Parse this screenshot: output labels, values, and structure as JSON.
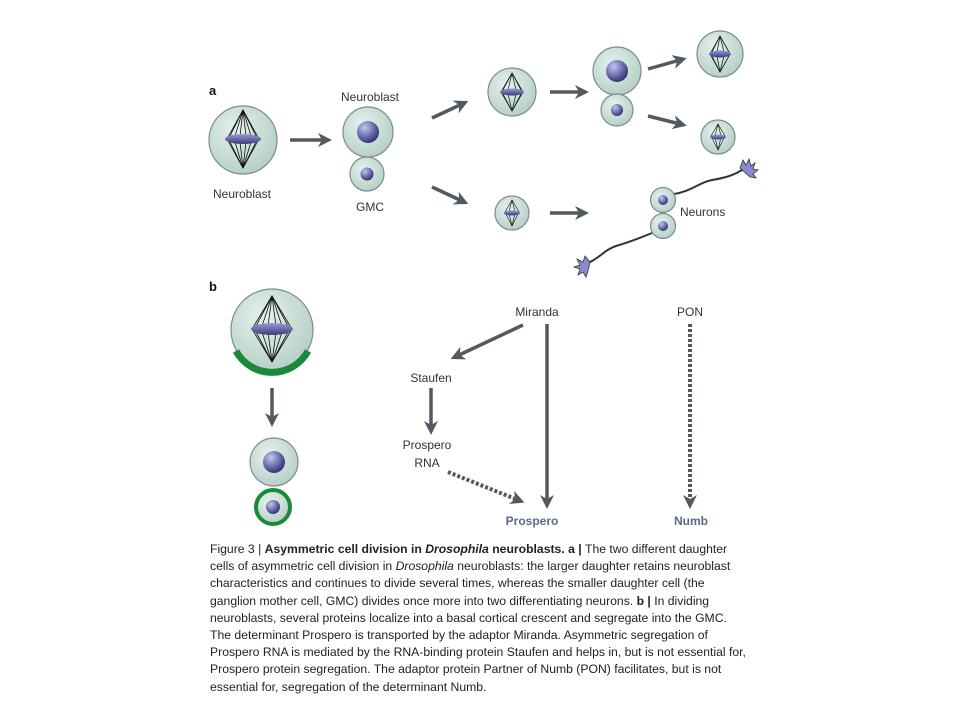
{
  "panels": {
    "a": "a",
    "b": "b"
  },
  "labels": {
    "neuroblast_left": "Neuroblast",
    "neuroblast_top": "Neuroblast",
    "gmc": "GMC",
    "neurons": "Neurons",
    "miranda": "Miranda",
    "pon": "PON",
    "staufen": "Staufen",
    "prospero_rna_1": "Prospero",
    "prospero_rna_2": "RNA",
    "prospero_out": "Prospero",
    "numb_out": "Numb"
  },
  "caption": {
    "figure_label": "Figure 3 | ",
    "title_1": "Asymmetric cell division in ",
    "title_italic": "Drosophila",
    "title_2": " neuroblasts. a | ",
    "text_a1": "The two different daughter cells of asymmetric cell division in ",
    "text_a_italic": "Drosophila",
    "text_a2": " neuroblasts: the larger daughter retains neuroblast characteristics and continues to divide several times, whereas the smaller daughter cell (the ganglion mother cell, GMC) divides once more into two differentiating neurons. ",
    "b_label": "b | ",
    "text_b": "In dividing neuroblasts, several proteins localize into a basal cortical crescent and segregate into the GMC. The determinant Prospero is transported by the adaptor Miranda. Asymmetric segregation of Prospero RNA is mediated by the RNA-binding protein Staufen and helps in, but is not essential for, Prospero protein segregation. The adaptor protein Partner of Numb (PON) facilitates, but is not essential for, segregation of the determinant Numb."
  },
  "colors": {
    "cell_fill": "#c3dcd4",
    "cell_stroke": "#7e8c88",
    "nucleus": "#4a4a8a",
    "arrow": "#505a60",
    "crescent": "#1a8a3a",
    "outcome_text": "#5a6a8a"
  }
}
